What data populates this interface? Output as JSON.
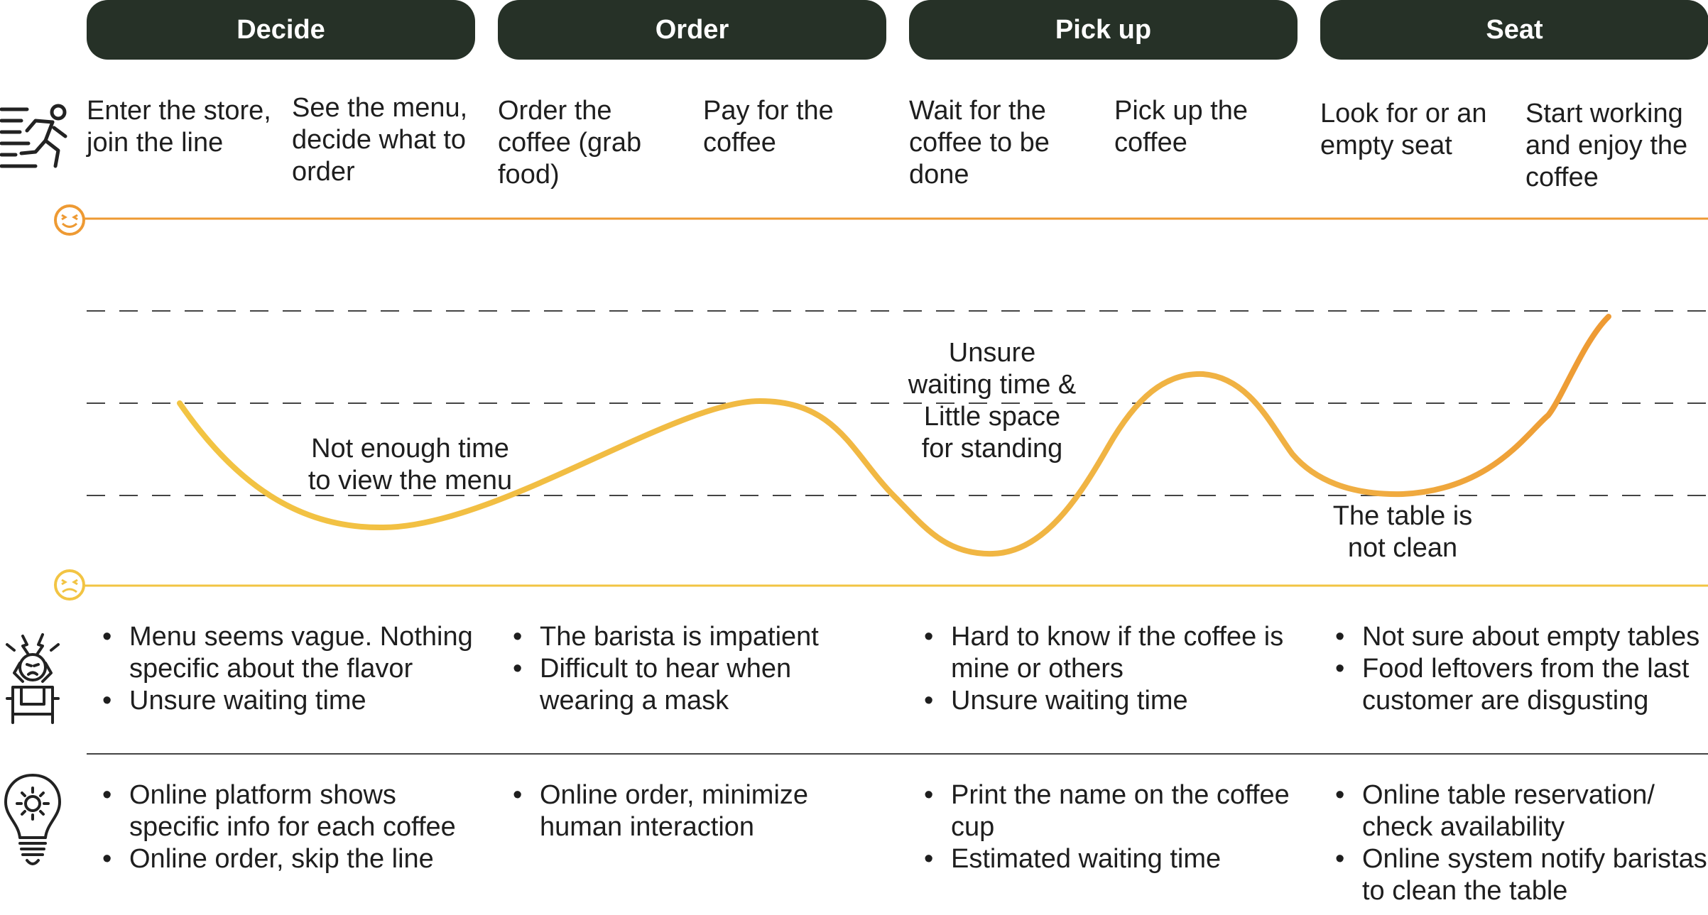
{
  "phases": [
    {
      "label": "Decide"
    },
    {
      "label": "Order"
    },
    {
      "label": "Pick up"
    },
    {
      "label": "Seat"
    }
  ],
  "steps": [
    "Enter the store, join the line",
    "See the menu, decide what to order",
    "Order the coffee (grab food)",
    "Pay for the coffee",
    "Wait for the coffee to be done",
    "Pick up the coffee",
    "Look for or an empty seat",
    "Start working and enjoy the coffee"
  ],
  "journey_curve": {
    "scale_levels": [
      "top",
      "upper",
      "middle",
      "lower"
    ],
    "points": [
      {
        "step": "Enter the store, join the line",
        "level": "upper"
      },
      {
        "step": "See the menu, decide what to order",
        "level": "below lower"
      },
      {
        "step": "Order the coffee (grab food)",
        "level": "upper"
      },
      {
        "step": "Pick up the coffee",
        "level": "between top and upper"
      },
      {
        "step": "Look for or an empty seat",
        "level": "lower"
      },
      {
        "step": "Start working and enjoy the coffee",
        "level": "top"
      }
    ],
    "color_start": "#f2c443",
    "color_end": "#ee9a33"
  },
  "pain_labels": [
    "Not enough time to view the menu",
    "Unsure waiting time & Little space for standing",
    "The table is not clean"
  ],
  "pain_points": [
    [
      "Menu seems vague. Nothing specific about the flavor",
      "Unsure waiting time"
    ],
    [
      "The barista is impatient",
      "Difficult to hear when wearing a mask"
    ],
    [
      "Hard to know if the coffee is mine or others",
      "Unsure waiting time"
    ],
    [
      "Not sure about empty tables",
      "Food leftovers from the last customer are disgusting"
    ]
  ],
  "ideas": [
    [
      "Online platform shows specific info for each coffee",
      "Online order, skip the line"
    ],
    [
      "Online order, minimize human interaction"
    ],
    [
      "Print the name on the coffee cup",
      "Estimated waiting time"
    ],
    [
      "Online table reservation/ check availability",
      "Online system notify baristas to clean the table"
    ]
  ],
  "icons": {
    "steps": "running-person-icon",
    "happy": "happy-face-icon",
    "sad": "sad-face-icon",
    "pain": "frustrated-person-icon",
    "ideas": "lightbulb-gear-icon"
  },
  "colors": {
    "phase_bg": "#263127",
    "happy_line": "#ee9a33",
    "sad_line": "#f2c443",
    "dashed": "#444444"
  }
}
